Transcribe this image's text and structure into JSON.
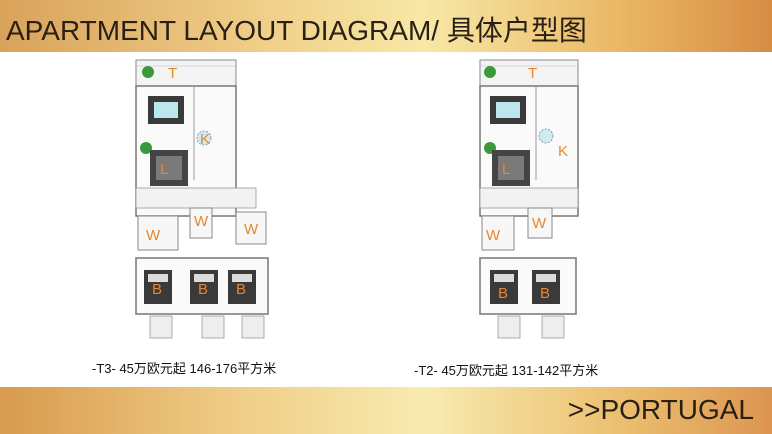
{
  "header": {
    "title": "APARTMENT LAYOUT DIAGRAM/ 具体户型图"
  },
  "footer": {
    "text": ">>PORTUGAL"
  },
  "plans": [
    {
      "caption": "-T3-   45万欧元起  146-176平方米",
      "rooms": {
        "terrace": "T",
        "kitchen": "K",
        "living": "L",
        "wc1": "W",
        "wc2": "W",
        "wc3": "W",
        "bed1": "B",
        "bed2": "B",
        "bed3": "B"
      }
    },
    {
      "caption": "-T2-   45万欧元起 131-142平方米",
      "rooms": {
        "terrace": "T",
        "kitchen": "K",
        "living": "L",
        "wc1": "W",
        "wc2": "W",
        "bed1": "B",
        "bed2": "B"
      }
    }
  ],
  "colors": {
    "accent": "#e8862f",
    "header_gold": "#f0d08a"
  }
}
